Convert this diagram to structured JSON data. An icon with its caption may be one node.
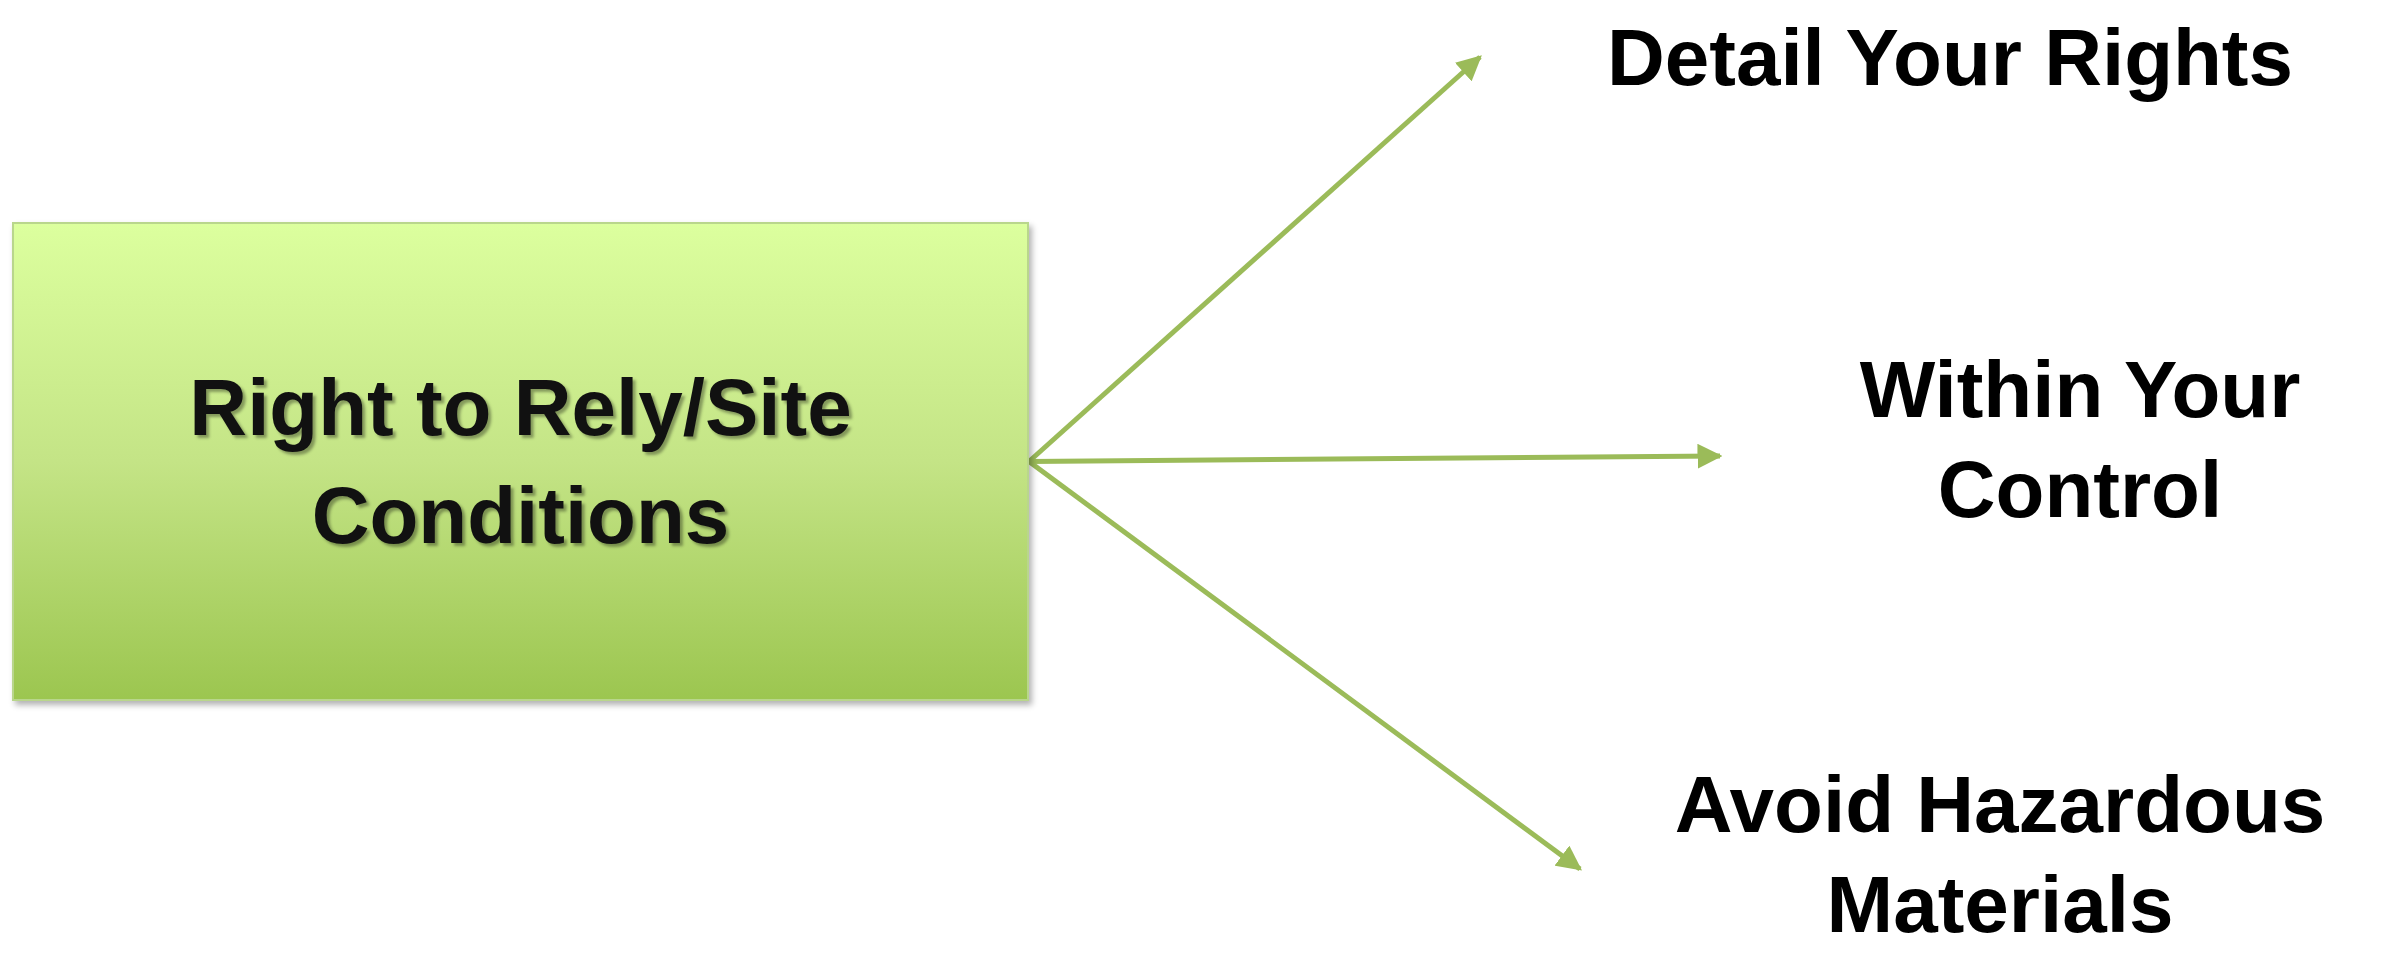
{
  "diagram": {
    "nodes": [
      {
        "text": [
          "Right to Rely/Site Conditions"
        ]
      },
      {
        "text": [
          "Detail Your Rights"
        ]
      },
      {
        "text": [
          "Within Your Control"
        ]
      },
      {
        "text": [
          "Avoid Hazardous Materials"
        ]
      }
    ],
    "edges": [
      {
        "from": 0,
        "to": 1,
        "arrow": "to"
      },
      {
        "from": 0,
        "to": 2,
        "arrow": "to"
      },
      {
        "from": 0,
        "to": 3,
        "arrow": "to"
      }
    ]
  }
}
